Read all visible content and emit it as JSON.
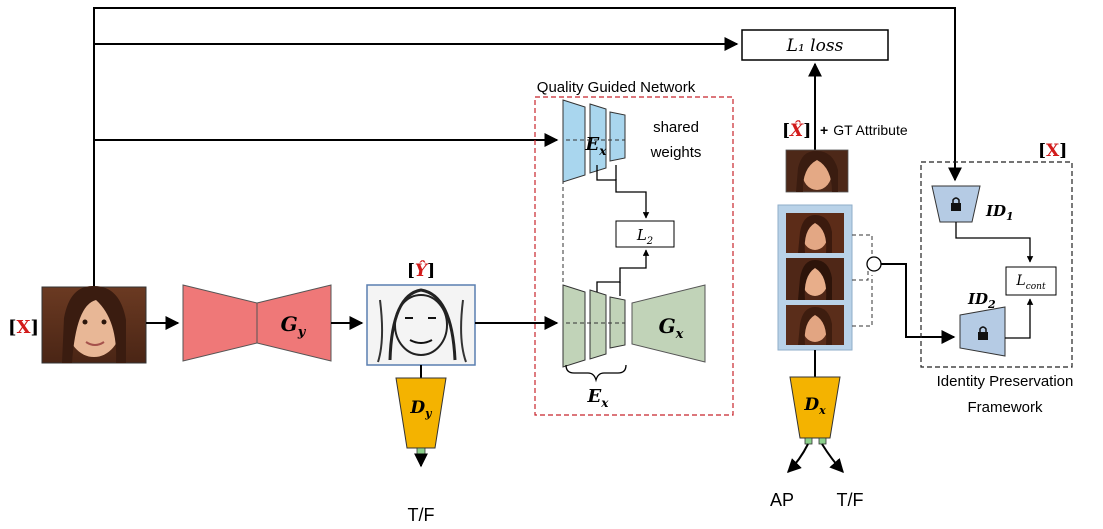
{
  "labels": {
    "bracket_open": "[",
    "bracket_close": "]",
    "x": "X",
    "y_hat": "Ŷ",
    "x_hat": "X̂",
    "plus": "+",
    "gt_attribute": "GT Attribute",
    "tf": "T/F",
    "ap": "AP"
  },
  "nodes": {
    "l1_loss": "L₁ loss",
    "gy_main": "G",
    "gy_sub": "y",
    "gx_main": "G",
    "gx_sub": "x",
    "dy_main": "D",
    "dy_sub": "y",
    "dx_main": "D",
    "dx_sub": "x",
    "ex_main": "E",
    "ex_sub": "x",
    "l2_main": "L",
    "l2_sub": "2",
    "qgn_title": "Quality Guided Network",
    "shared_line1": "shared",
    "shared_line2": "weights",
    "id1_main": "ID",
    "id1_sub": "1",
    "id2_main": "ID",
    "id2_sub": "2",
    "lcont_main": "L",
    "lcont_sub": "cont",
    "ipf_line1": "Identity Preservation",
    "ipf_line2": "Framework"
  },
  "colors": {
    "generator_gy": "#ef7878",
    "generator_gx": "#c1d3b8",
    "encoder_top": "#a9d6ee",
    "discriminator": "#f4b300",
    "identity_net": "#b5cbe4",
    "accent_red": "#d21b1b",
    "qgn_border": "#c8242c"
  }
}
